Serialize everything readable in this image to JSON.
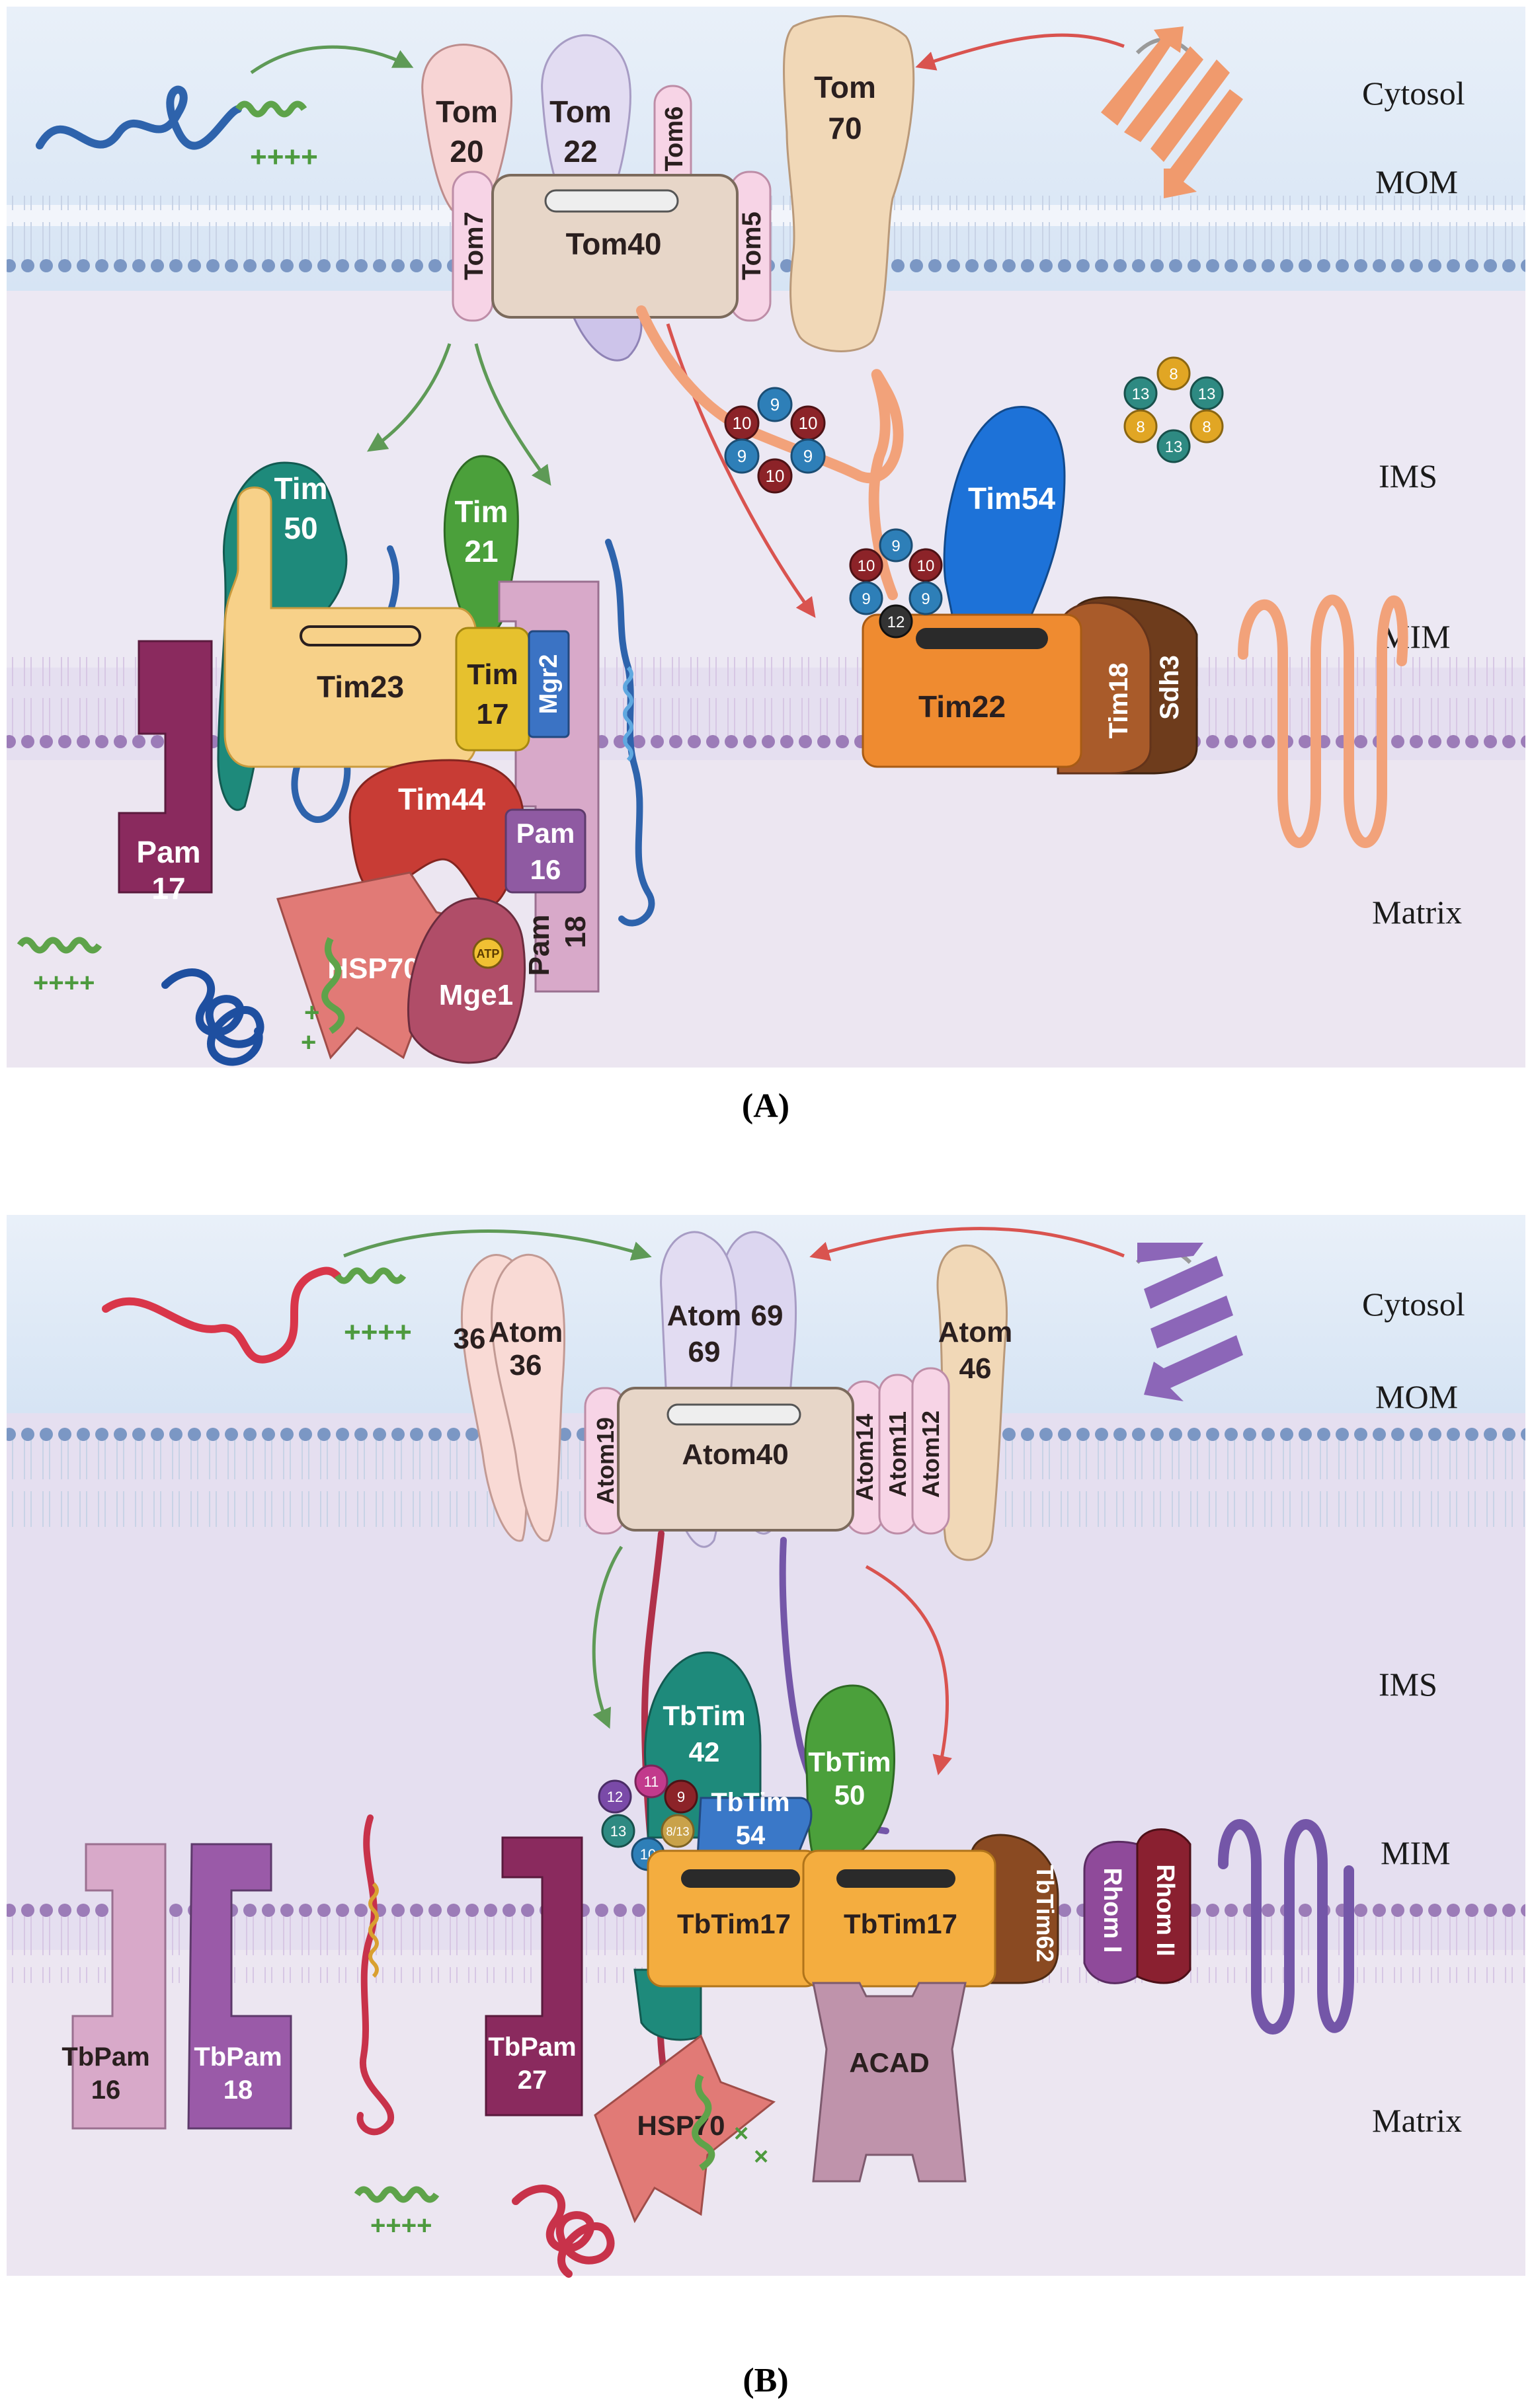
{
  "regions": {
    "cytosol": "Cytosol",
    "mom": "MOM",
    "ims": "IMS",
    "mim": "MIM",
    "matrix": "Matrix"
  },
  "panel_a": {
    "label": "(A)",
    "presequence_charge": "++++",
    "tom20": [
      "Tom",
      "20"
    ],
    "tom22": [
      "Tom",
      "22"
    ],
    "tom6": "Tom6",
    "tom70": [
      "Tom",
      "70"
    ],
    "tom7": "Tom7",
    "tom40": "Tom40",
    "tom5": "Tom5",
    "tim50": [
      "Tim",
      "50"
    ],
    "tim21": [
      "Tim",
      "21"
    ],
    "tim23": "Tim23",
    "tim17": [
      "Tim",
      "17"
    ],
    "mgr2": "Mgr2",
    "tim44": "Tim44",
    "pam16": [
      "Pam",
      "16"
    ],
    "pam18": [
      "Pam",
      "18"
    ],
    "pam17": [
      "Pam",
      "17"
    ],
    "hsp70": "HSP70",
    "atp": "ATP",
    "mge1": "Mge1",
    "tim54": "Tim54",
    "tim22": "Tim22",
    "tim18": "Tim18",
    "sdh3": "Sdh3",
    "chaperone_ims_1": [
      "9",
      "10",
      "10",
      "9",
      "9",
      "10"
    ],
    "chaperone_ims_2": [
      "8",
      "13",
      "13",
      "8",
      "8",
      "13"
    ],
    "chaperone_bound": [
      "9",
      "10",
      "10",
      "9",
      "9",
      "12"
    ]
  },
  "panel_b": {
    "label": "(B)",
    "presequence_charge": "++++",
    "atom36_back": "36",
    "atom36": [
      "Atom",
      "36"
    ],
    "atom69": [
      "Atom",
      "69"
    ],
    "atom69_back": "69",
    "atom46": [
      "Atom",
      "46"
    ],
    "atom19": "Atom19",
    "atom40": "Atom40",
    "atom14": "Atom14",
    "atom11": "Atom11",
    "atom12": "Atom12",
    "tbtim42": [
      "TbTim",
      "42"
    ],
    "tbtim50": [
      "TbTim",
      "50"
    ],
    "tbtim54": [
      "TbTim",
      "54"
    ],
    "tbtim17_a": "TbTim17",
    "tbtim17_b": "TbTim17",
    "tbtim62": "TbTim62",
    "rhom1": "Rhom I",
    "rhom2": "Rhom II",
    "tbpam16": [
      "TbPam",
      "16"
    ],
    "tbpam18": [
      "TbPam",
      "18"
    ],
    "tbpam27": [
      "TbPam",
      "27"
    ],
    "hsp70": "HSP70",
    "acad": "ACAD",
    "small_tims": [
      "12",
      "11",
      "9",
      "13",
      "8/13",
      "10"
    ]
  },
  "colors": {
    "cytosol": "#dfe9f6",
    "matrix": "#ece6f1",
    "membrane_head": "#7b97c4",
    "mim_head": "#9c7cb8"
  }
}
